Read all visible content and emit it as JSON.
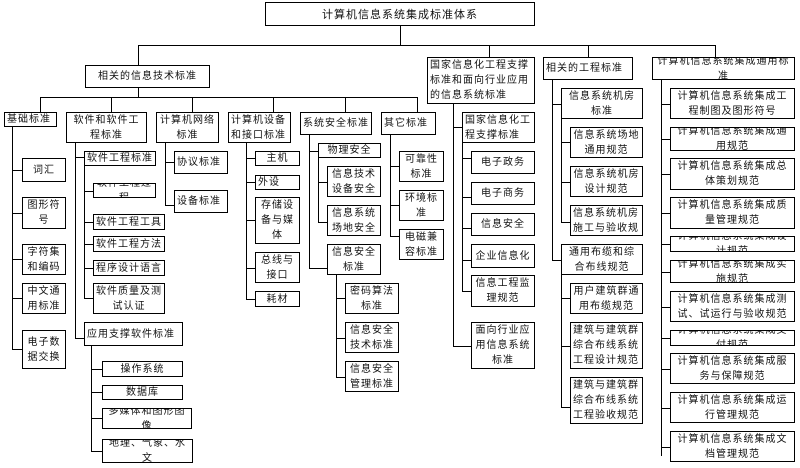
{
  "title": "计算机信息系统集成标准体系",
  "info_tech": {
    "label": "相关的信息技术标准",
    "basic": {
      "label": "基础标准",
      "items": [
        "词汇",
        "图形符号",
        "字符集和编码",
        "中文通用标准",
        "电子数据交换"
      ]
    },
    "software": {
      "label": "软件和软件工程标准",
      "se": {
        "label": "软件工程标准",
        "items": [
          "软件工程过程",
          "软件工程工具",
          "软件工程方法",
          "程序设计语言",
          "软件质量及测试认证"
        ]
      },
      "app": {
        "label": "应用支撑软件标准",
        "items": [
          "操作系统",
          "数据库",
          "多媒体和图形图像",
          "地理、气象、水文"
        ]
      }
    },
    "network": {
      "label": "计算机网络标准",
      "items": [
        "协议标准",
        "设备标准"
      ]
    },
    "device": {
      "label": "计算机设备和接口标准",
      "items": [
        "主机",
        "外设",
        "存储设备与媒体",
        "总线与接口",
        "耗材"
      ]
    },
    "security": {
      "label": "系统安全标准",
      "physical": {
        "label": "物理安全",
        "items": [
          "信息技术设备安全",
          "信息系统场地安全"
        ]
      },
      "infosec": {
        "label": "信息安全标准",
        "items": [
          "密码算法标准",
          "信息安全技术标准",
          "信息安全管理标准"
        ]
      }
    },
    "other": {
      "label": "其它标准",
      "items": [
        "可靠性标准",
        "环境标准",
        "电磁兼容标准"
      ]
    }
  },
  "national": {
    "label": "国家信息化工程支撑标准和面向行业应用的信息系统标准",
    "support": {
      "label": "国家信息化工程支撑标准",
      "items": [
        "电子政务",
        "电子商务",
        "信息安全",
        "企业信息化",
        "信息工程监理规范"
      ]
    },
    "industry": {
      "label": "面向行业应用信息系统标准"
    }
  },
  "engineering": {
    "label": "相关的工程标准",
    "room": {
      "label": "信息系统机房标准",
      "items": [
        "信息系统场地通用规范",
        "信息系统机房设计规范",
        "信息系统机房施工与验收规"
      ]
    },
    "cabling": {
      "label": "通用布缆和综合布线规范",
      "items": [
        "用户建筑群通用布缆规范",
        "建筑与建筑群综合布线系统工程设计规范",
        "建筑与建筑群综合布线系统工程验收规范"
      ]
    }
  },
  "integration": {
    "label": "计算机信息系统集成通用标准",
    "items": [
      "计算机信息系统集成工程制图及图形符号",
      "计算机信息系统集成通用规范",
      "计算机信息系统集成总体策划规范",
      "计算机信息系统集成质量管理规范",
      "计算机信息系统集成设计规范",
      "计算机信息系统集成实施规范",
      "计算机信息系统集成测试、试运行与验收规范",
      "计算机信息系统集成交付规范",
      "计算机信息系统集成服务与保障规范",
      "计算机信息系统集成运行管理规范",
      "计算机信息系统集成文档管理规范"
    ]
  }
}
